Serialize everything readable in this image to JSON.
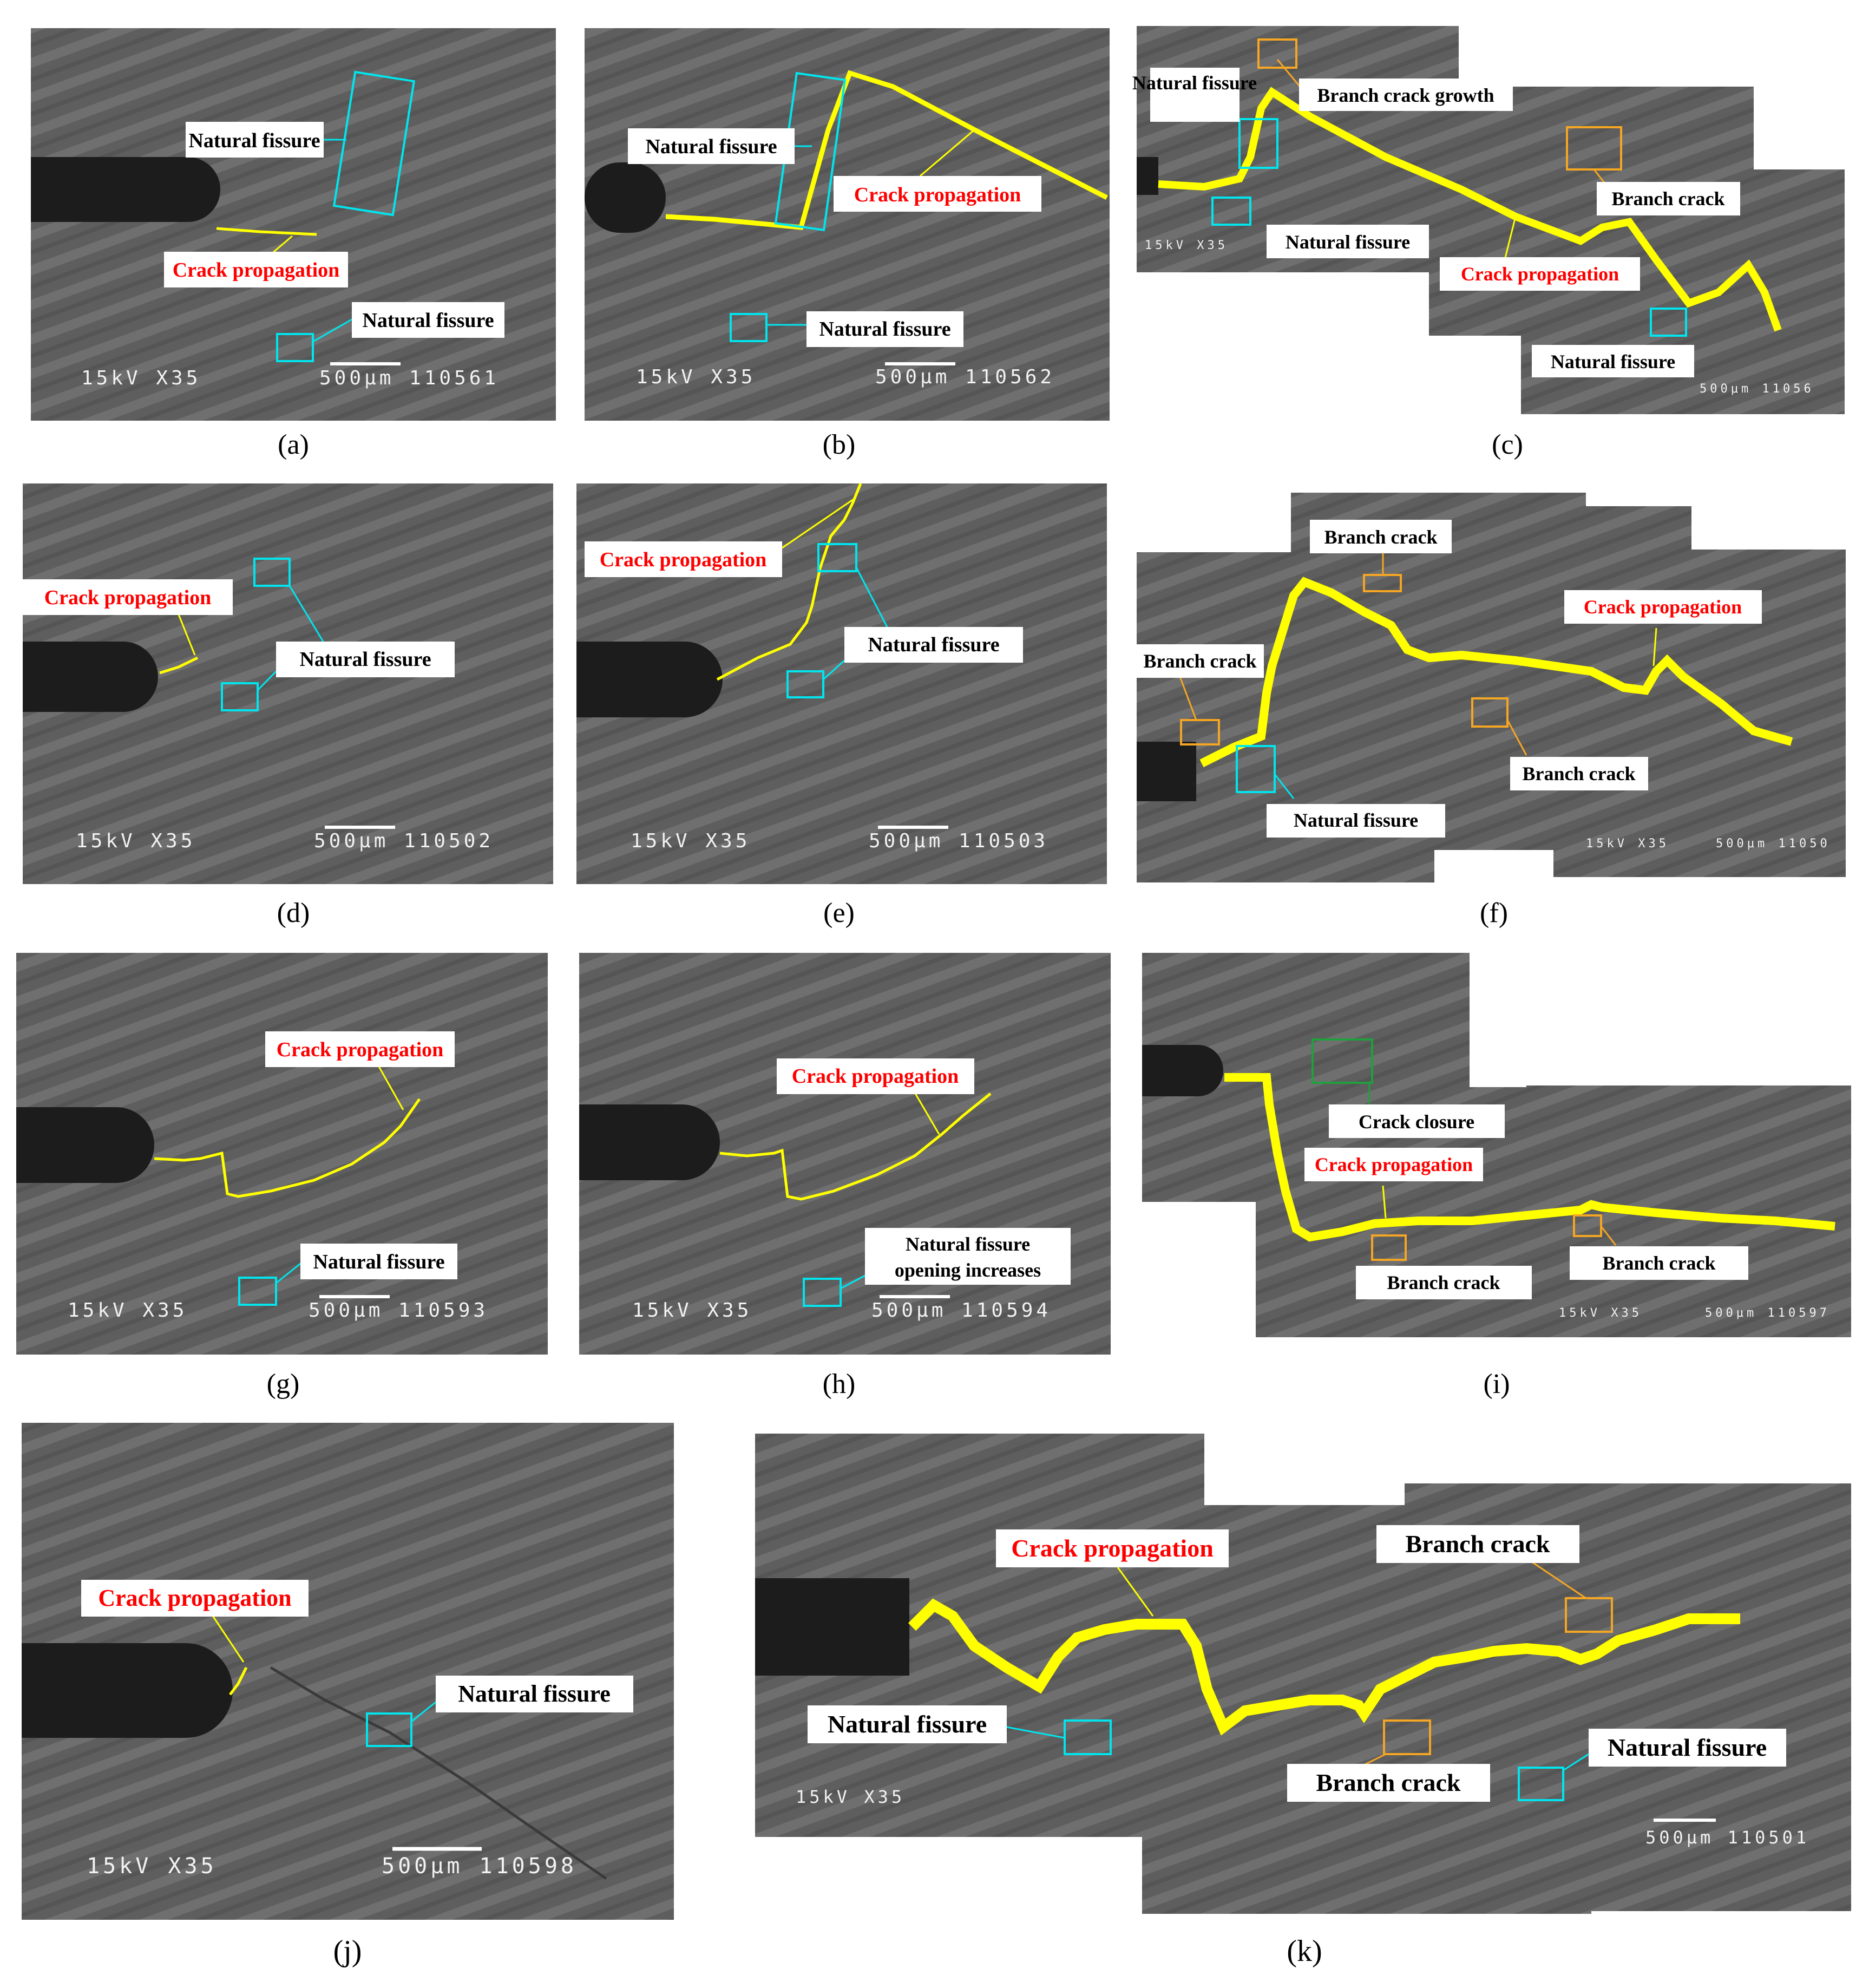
{
  "colors": {
    "crack": "#ffff00",
    "natural_fissure_box": "#00e5ee",
    "branch_crack_box": "#f5a623",
    "closure_box": "#1fa03c",
    "label_red": "#ff0000",
    "label_black": "#000000",
    "sem_background": "#626262"
  },
  "panels": {
    "a": {
      "caption": "(a)",
      "labels": [
        "Natural fissure",
        "Crack propagation",
        "Natural fissure"
      ],
      "sem_info": "15kV X35",
      "scale": "500μm 110561"
    },
    "b": {
      "caption": "(b)",
      "labels": [
        "Natural fissure",
        "Crack propagation",
        "Natural fissure"
      ],
      "sem_info": "15kV X35",
      "scale": "500μm 110562"
    },
    "c": {
      "caption": "(c)",
      "labels": [
        "Natural fissure",
        "Branch crack growth",
        "Natural fissure",
        "Branch crack",
        "Crack propagation",
        "Natural fissure"
      ],
      "sem_info": "15kV X35",
      "scale": "500μm 11056"
    },
    "d": {
      "caption": "(d)",
      "labels": [
        "Crack propagation",
        "Natural fissure"
      ],
      "sem_info": "15kV X35",
      "scale": "500μm 110502"
    },
    "e": {
      "caption": "(e)",
      "labels": [
        "Crack propagation",
        "Natural fissure"
      ],
      "sem_info": "15kV X35",
      "scale": "500μm 110503"
    },
    "f": {
      "caption": "(f)",
      "labels": [
        "Branch crack",
        "Crack propagation",
        "Branch crack",
        "Natural fissure",
        "Branch crack"
      ],
      "sem_info": "15kV X35",
      "scale": "500μm 11050"
    },
    "g": {
      "caption": "(g)",
      "labels": [
        "Crack propagation",
        "Natural fissure"
      ],
      "sem_info": "15kV X35",
      "scale": "500μm 110593"
    },
    "h": {
      "caption": "(h)",
      "labels": [
        "Crack propagation",
        "Natural fissure",
        "opening increases"
      ],
      "sem_info": "15kV X35",
      "scale": "500μm 110594"
    },
    "i": {
      "caption": "(i)",
      "labels": [
        "Crack closure",
        "Crack propagation",
        "Branch crack",
        "Branch crack"
      ],
      "sem_info": "15kV X35",
      "scale": "500μm 110597"
    },
    "j": {
      "caption": "(j)",
      "labels": [
        "Crack propagation",
        "Natural fissure"
      ],
      "sem_info": "15kV X35",
      "scale": "500μm 110598"
    },
    "k": {
      "caption": "(k)",
      "labels": [
        "Crack propagation",
        "Branch crack",
        "Natural fissure",
        "Branch crack",
        "Natural fissure"
      ],
      "sem_info": "15kV X35",
      "scale": "500μm 110501"
    }
  }
}
